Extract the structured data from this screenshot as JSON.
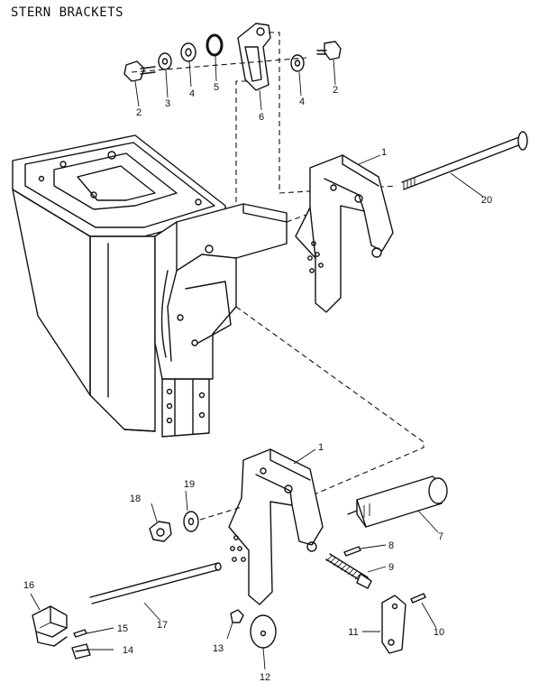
{
  "title": "STERN BRACKETS",
  "labels": [
    {
      "id": "1",
      "text": "1"
    },
    {
      "id": "1b",
      "text": "1"
    },
    {
      "id": "2a",
      "text": "2"
    },
    {
      "id": "2b",
      "text": "2"
    },
    {
      "id": "3",
      "text": "3"
    },
    {
      "id": "4a",
      "text": "4"
    },
    {
      "id": "4b",
      "text": "4"
    },
    {
      "id": "5",
      "text": "5"
    },
    {
      "id": "6",
      "text": "6"
    },
    {
      "id": "7",
      "text": "7"
    },
    {
      "id": "8",
      "text": "8"
    },
    {
      "id": "9",
      "text": "9"
    },
    {
      "id": "10",
      "text": "10"
    },
    {
      "id": "11",
      "text": "11"
    },
    {
      "id": "12",
      "text": "12"
    },
    {
      "id": "13",
      "text": "13"
    },
    {
      "id": "14",
      "text": "14"
    },
    {
      "id": "15",
      "text": "15"
    },
    {
      "id": "16",
      "text": "16"
    },
    {
      "id": "17",
      "text": "17"
    },
    {
      "id": "18",
      "text": "18"
    },
    {
      "id": "19",
      "text": "19"
    },
    {
      "id": "20",
      "text": "20"
    }
  ]
}
